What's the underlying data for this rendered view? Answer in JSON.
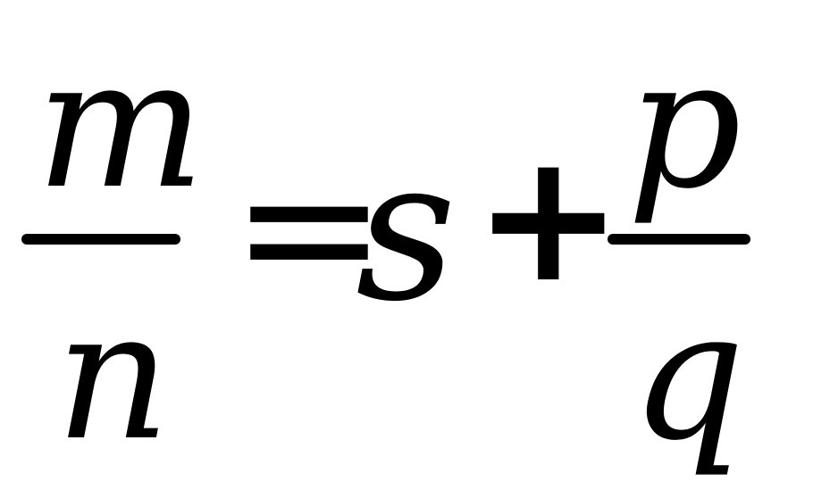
{
  "equation": {
    "left_fraction": {
      "numerator": "m",
      "denominator": "n"
    },
    "equals": "=",
    "term": "s",
    "plus": "+",
    "right_fraction": {
      "numerator": "p",
      "denominator": "q"
    }
  },
  "colors": {
    "text": "#000000",
    "background": "#ffffff"
  }
}
